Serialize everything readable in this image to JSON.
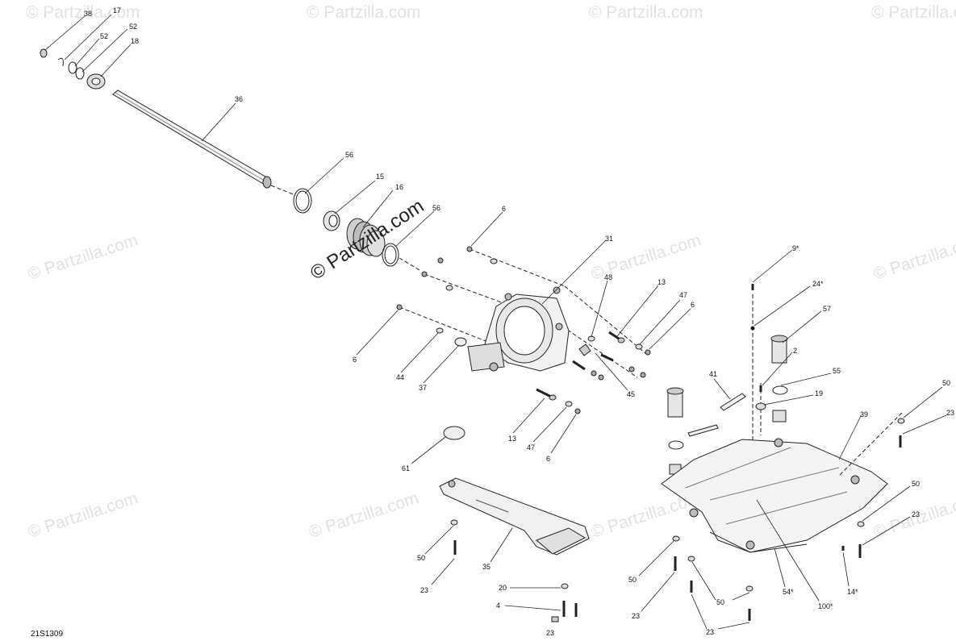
{
  "diagram": {
    "id": "21S1309",
    "watermark": "© Partzilla.com",
    "main_watermark": "© Partzilla.com",
    "callouts": [
      {
        "n": "38"
      },
      {
        "n": "17"
      },
      {
        "n": "52"
      },
      {
        "n": "52"
      },
      {
        "n": "18"
      },
      {
        "n": "36"
      },
      {
        "n": "56"
      },
      {
        "n": "15"
      },
      {
        "n": "16"
      },
      {
        "n": "56"
      },
      {
        "n": "6"
      },
      {
        "n": "31"
      },
      {
        "n": "48"
      },
      {
        "n": "13"
      },
      {
        "n": "47"
      },
      {
        "n": "6"
      },
      {
        "n": "6"
      },
      {
        "n": "44"
      },
      {
        "n": "37"
      },
      {
        "n": "45"
      },
      {
        "n": "13"
      },
      {
        "n": "47"
      },
      {
        "n": "6"
      },
      {
        "n": "61"
      },
      {
        "n": "50"
      },
      {
        "n": "23"
      },
      {
        "n": "35"
      },
      {
        "n": "20"
      },
      {
        "n": "4"
      },
      {
        "n": "23"
      },
      {
        "n": "9*"
      },
      {
        "n": "24*"
      },
      {
        "n": "57"
      },
      {
        "n": "2"
      },
      {
        "n": "55"
      },
      {
        "n": "19"
      },
      {
        "n": "41"
      },
      {
        "n": "39"
      },
      {
        "n": "50"
      },
      {
        "n": "23"
      },
      {
        "n": "50"
      },
      {
        "n": "23"
      },
      {
        "n": "14*"
      },
      {
        "n": "54*"
      },
      {
        "n": "100*"
      },
      {
        "n": "50"
      },
      {
        "n": "23"
      },
      {
        "n": "50"
      },
      {
        "n": "23"
      }
    ]
  }
}
